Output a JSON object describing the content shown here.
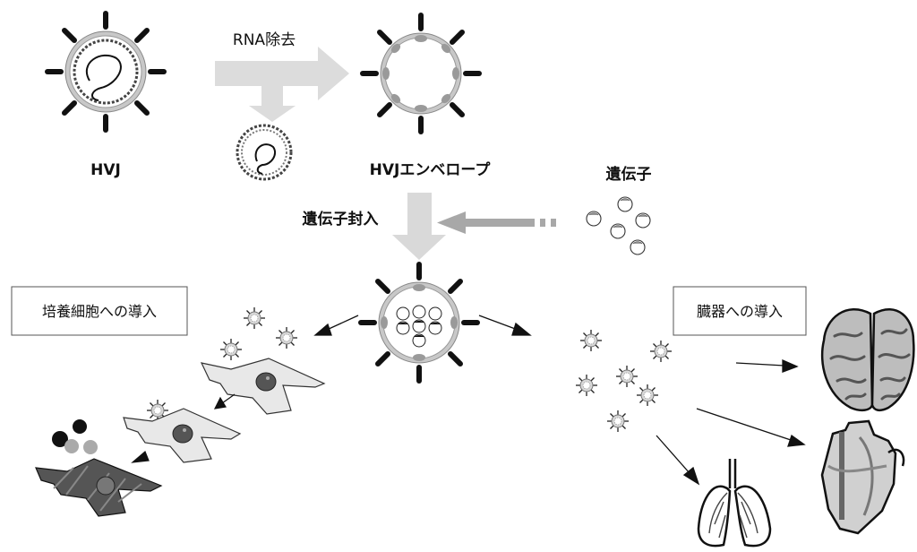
{
  "labels": {
    "rna_removal": "RNA除去",
    "hvj": "HVJ",
    "hvj_envelope": "HVJエンベロープ",
    "gene": "遺伝子",
    "gene_encapsulation": "遺伝子封入",
    "cultured_cells": "培養細胞への導入",
    "organs": "臓器への導入"
  }
}
